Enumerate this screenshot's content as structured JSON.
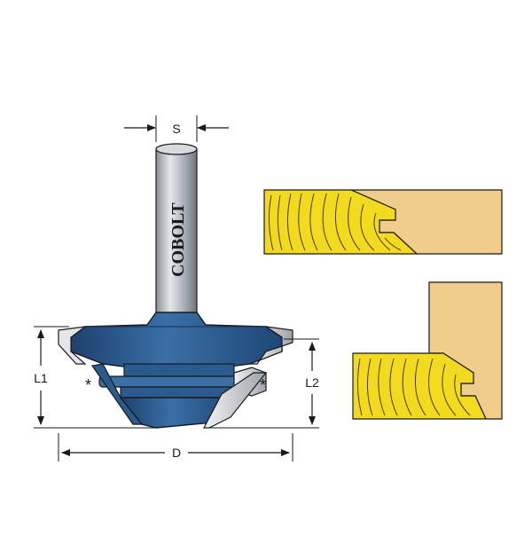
{
  "dimensions": {
    "shank_diameter": "S",
    "overall_height": "L1",
    "cutting_height": "L2",
    "cutter_diameter": "D"
  },
  "brand": "COBOLT",
  "bearing_marker_left": "*",
  "bearing_marker_right": "*",
  "colors": {
    "cutter_body": "#2e5f95",
    "cutter_body_dark": "#1c3f6b",
    "carbide": "#c9cbcd",
    "shank": "#b7bbc0",
    "wood_face": "#f0cd8a",
    "wood_grain": "#f2da1f",
    "grain_lines": "#4a3a10",
    "outline": "#1a1a1a"
  }
}
